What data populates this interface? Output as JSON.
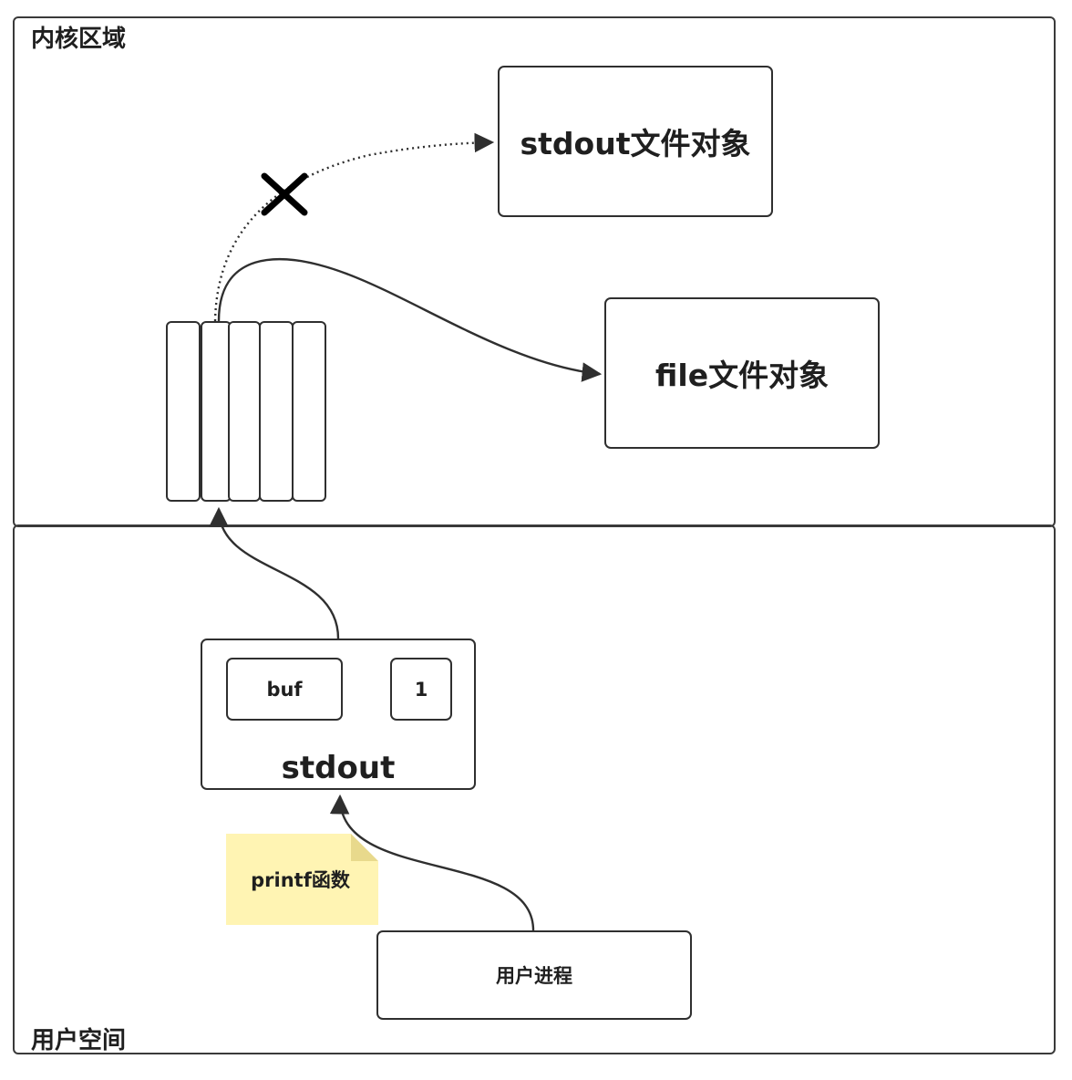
{
  "regions": {
    "kernel": {
      "label": "内核区域"
    },
    "user": {
      "label": "用户空间"
    }
  },
  "nodes": {
    "stdout_file_object": "stdout文件对象",
    "file_file_object": "file文件对象",
    "stdout_struct": "stdout",
    "buf": "buf",
    "fd": "1",
    "user_process": "用户进程"
  },
  "note": {
    "text": "printf函数"
  },
  "colors": {
    "border": "#2f2f2f",
    "note_fill": "#fff4b3",
    "note_fold": "#e8d98c",
    "cross": "#000000"
  },
  "icons": {
    "broken_link": "cross-icon"
  }
}
